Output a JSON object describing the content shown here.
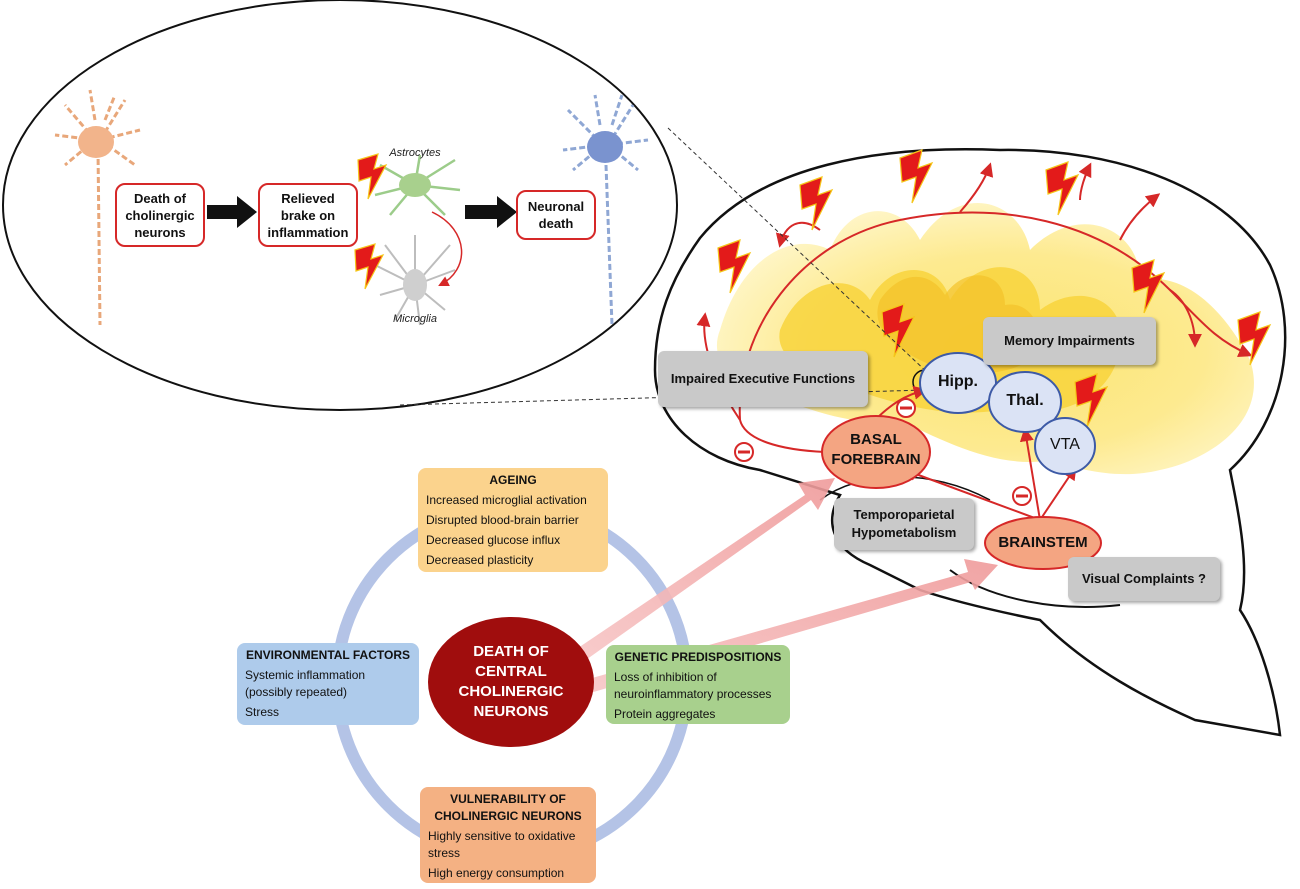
{
  "inset": {
    "box_death_cholinergic": "Death of cholinergic neurons",
    "box_relieved_brake": "Relieved brake on inflammation",
    "box_neuronal_death": "Neuronal death",
    "label_astrocytes": "Astrocytes",
    "label_microglia": "Microglia"
  },
  "brain": {
    "hipp": "Hipp.",
    "thal": "Thal.",
    "vta": "VTA",
    "basal_forebrain": "BASAL FOREBRAIN",
    "brainstem": "BRAINSTEM",
    "memory": "Memory Impairments",
    "executive": "Impaired Executive Functions",
    "temporoparietal": "Temporoparietal Hypometabolism",
    "visual": "Visual Complaints ?",
    "inhibition_symbol": "–"
  },
  "center": {
    "title": "DEATH OF CENTRAL CHOLINERGIC NEURONS"
  },
  "factors": {
    "ageing": {
      "title": "AGEING",
      "items": [
        "Increased microglial activation",
        "Disrupted blood-brain barrier",
        "Decreased glucose influx",
        "Decreased plasticity"
      ]
    },
    "environmental": {
      "title": "ENVIRONMENTAL FACTORS",
      "items": [
        "Systemic inflammation (possibly repeated)",
        "Stress"
      ]
    },
    "genetic": {
      "title": "GENETIC PREDISPOSITIONS",
      "items": [
        "Loss of inhibition of neuroinflammatory processes",
        "Protein aggregates"
      ]
    },
    "vulnerability": {
      "title": "VULNERABILITY OF CHOLINERGIC NEURONS",
      "items": [
        "Highly sensitive to oxidative stress",
        "High energy consumption"
      ]
    }
  },
  "colors": {
    "red": "#d62828",
    "ageing": "#fbd38d",
    "environmental": "#aecbeb",
    "genetic": "#a8d08d",
    "vulnerability": "#f4b183",
    "center": "#a00d0d",
    "region_orange": "#f4a582",
    "region_blue": "#dbe3f5",
    "ring": "#b4c3e6"
  }
}
